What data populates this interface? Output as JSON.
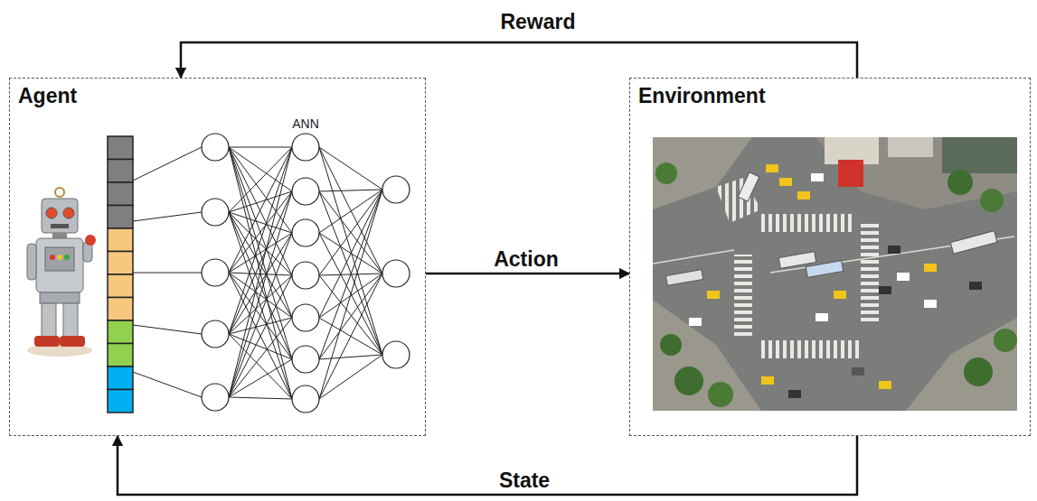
{
  "diagram": {
    "nodes": [
      {
        "text": [
          "Agent"
        ]
      },
      {
        "text": [
          "Environment"
        ]
      }
    ],
    "edges": [
      {
        "from": 1,
        "to": 0,
        "arrow": "to",
        "label": "Reward"
      },
      {
        "from": 0,
        "to": 1,
        "arrow": "to",
        "label": "Action"
      },
      {
        "from": 1,
        "to": 0,
        "arrow": "to",
        "label": "State"
      }
    ],
    "labels": [
      "ANN"
    ]
  }
}
